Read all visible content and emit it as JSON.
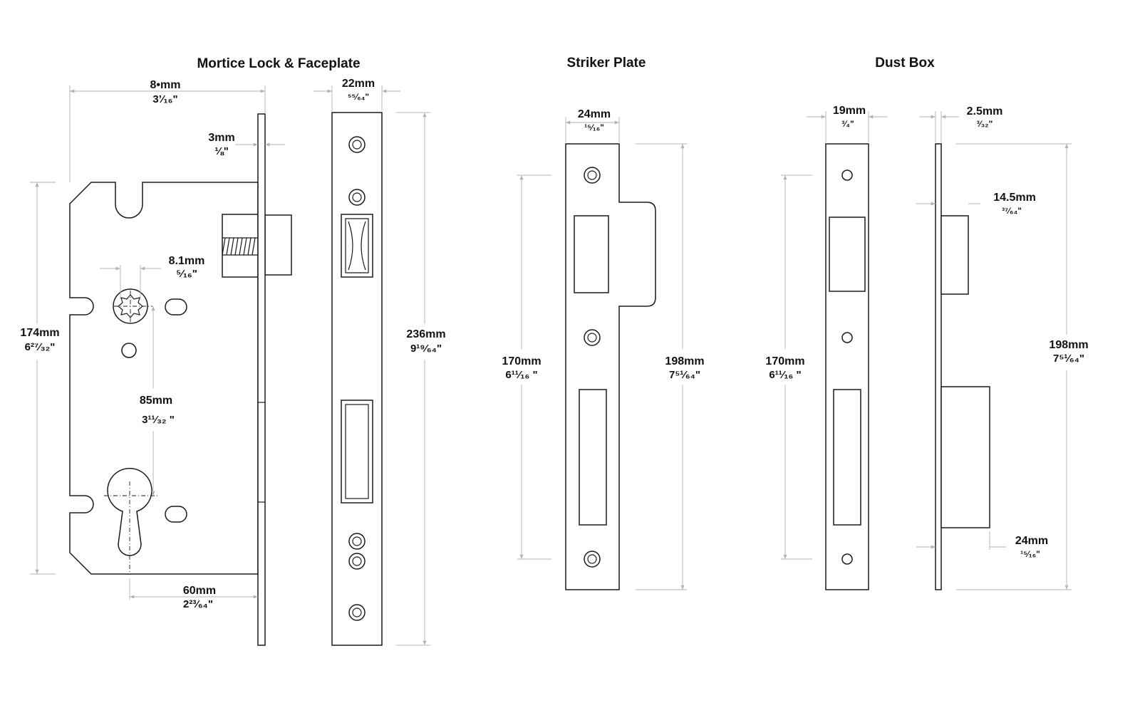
{
  "titles": {
    "mortice": "Mortice Lock & Faceplate",
    "striker": "Striker Plate",
    "dustbox": "Dust Box"
  },
  "dimensions": {
    "backset": {
      "mm": "8•mm",
      "inch": "3’⁄₁₆\""
    },
    "faceplate_thickness": {
      "mm": "3mm",
      "inch": "⅛\""
    },
    "faceplate_width": {
      "mm": "22mm",
      "inch": "⁵⁵⁄₆₄\""
    },
    "spindle": {
      "mm": "8.1mm",
      "inch": "⁵⁄₁₆\""
    },
    "case_height": {
      "mm": "174mm",
      "inch": "6²⁷⁄₃₂\""
    },
    "centres": {
      "mm": "85mm",
      "inch": "3¹¹⁄₃₂ \""
    },
    "cylinder_backset": {
      "mm": "60mm",
      "inch": "2²³⁄₆₄\""
    },
    "faceplate_height": {
      "mm": "236mm",
      "inch": "9¹⁹⁄₆₄\""
    },
    "striker_width": {
      "mm": "24mm",
      "inch": "¹⁵⁄₁₆\""
    },
    "striker_inner": {
      "mm": "170mm",
      "inch": "6¹¹⁄₁₆ \""
    },
    "striker_height": {
      "mm": "198mm",
      "inch": "7⁵¹⁄₆₄\""
    },
    "dust_width": {
      "mm": "19mm",
      "inch": "³⁄₄\""
    },
    "dust_thickness": {
      "mm": "2.5mm",
      "inch": "³⁄₃₂\""
    },
    "dust_inner": {
      "mm": "170mm",
      "inch": "6¹¹⁄₁₆ \""
    },
    "dust_box_depth": {
      "mm": "14.5mm",
      "inch": "³⁷⁄₆₄\""
    },
    "dust_height": {
      "mm": "198mm",
      "inch": "7⁵¹⁄₆₄\""
    },
    "dust_box_lower": {
      "mm": "24mm",
      "inch": "¹⁵⁄₁₆\""
    }
  }
}
